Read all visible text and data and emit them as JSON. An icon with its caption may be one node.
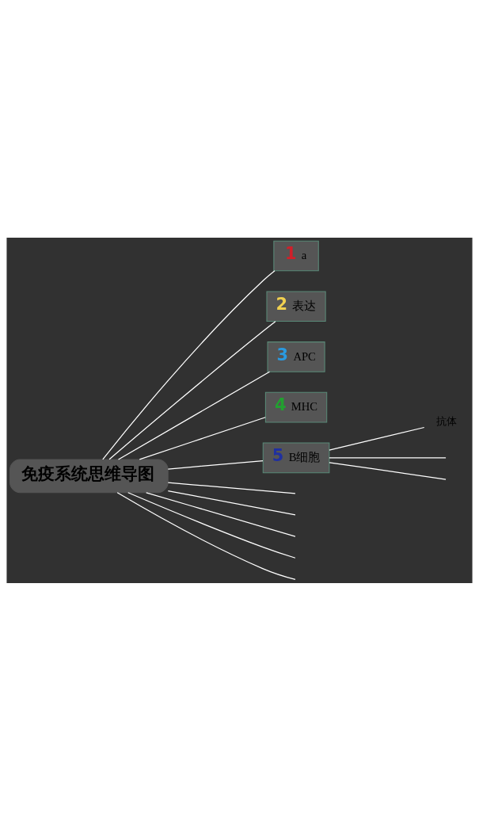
{
  "diagram": {
    "nodes": [
      {
        "text": [
          "免疫系统思维导图"
        ]
      },
      {
        "text": [
          "1",
          "a"
        ]
      },
      {
        "text": [
          "2",
          "表达"
        ]
      },
      {
        "text": [
          "3",
          "APC"
        ]
      },
      {
        "text": [
          "4",
          "MHC"
        ]
      },
      {
        "text": [
          "5",
          "B细胞"
        ]
      },
      {
        "text": [
          "抗体"
        ]
      }
    ],
    "edges": [
      {
        "from": 0,
        "to": 1,
        "arrow": "none"
      },
      {
        "from": 0,
        "to": 2,
        "arrow": "none"
      },
      {
        "from": 0,
        "to": 3,
        "arrow": "none"
      },
      {
        "from": 0,
        "to": 4,
        "arrow": "none"
      },
      {
        "from": 0,
        "to": 5,
        "arrow": "none"
      },
      {
        "from": 5,
        "to": 6,
        "arrow": "none"
      },
      {
        "from": 5,
        "to": null,
        "arrow": "none"
      },
      {
        "from": 5,
        "to": null,
        "arrow": "none"
      },
      {
        "from": 0,
        "to": null,
        "arrow": "none"
      },
      {
        "from": 0,
        "to": null,
        "arrow": "none"
      },
      {
        "from": 0,
        "to": null,
        "arrow": "none"
      },
      {
        "from": 0,
        "to": null,
        "arrow": "none"
      },
      {
        "from": 0,
        "to": null,
        "arrow": "none"
      }
    ]
  }
}
